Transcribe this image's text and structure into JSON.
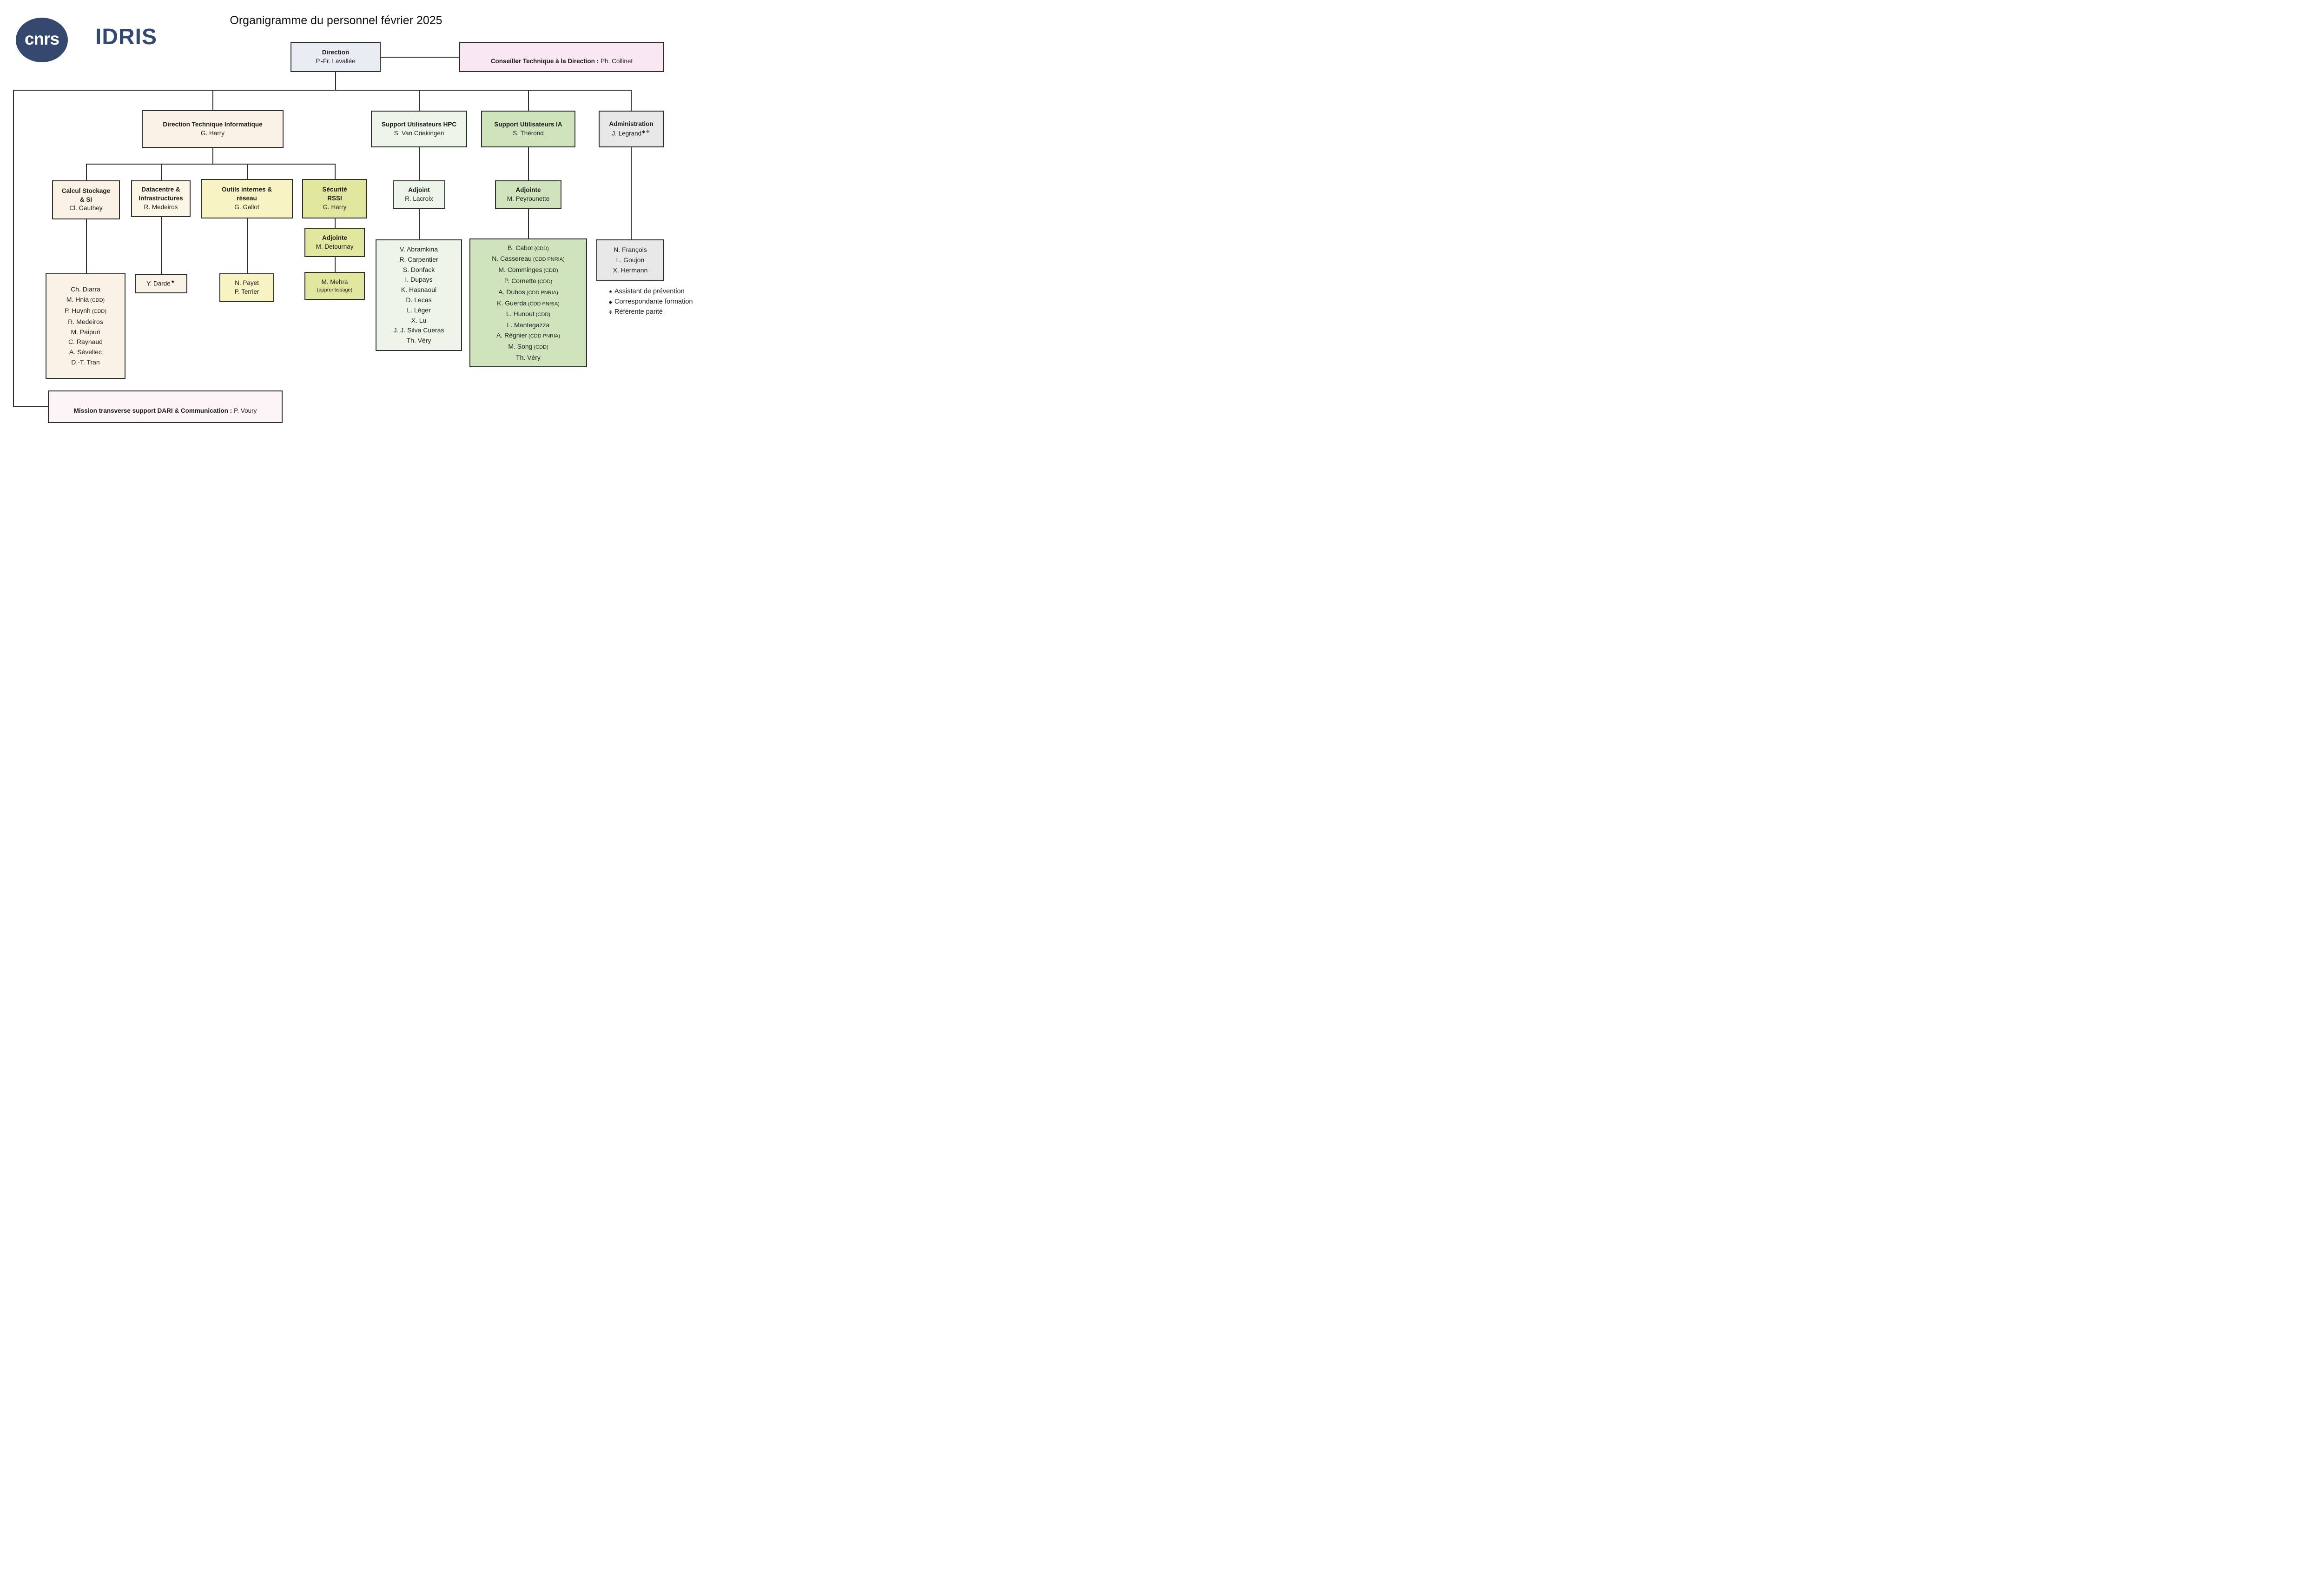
{
  "header": {
    "logo_text": "cnrs",
    "org_name": "IDRIS",
    "title": "Organigramme du personnel février 2025"
  },
  "boxes": {
    "direction": {
      "title": "Direction",
      "name": "P.-Fr. Lavallée"
    },
    "conseiller": {
      "label": "Conseiller Technique à la Direction :",
      "name": "Ph. Collinet"
    },
    "dti": {
      "title": "Direction Technique Informatique",
      "name": "G. Harry"
    },
    "hpc": {
      "title": "Support Utilisateurs HPC",
      "name": "S. Van Criekingen"
    },
    "ia": {
      "title": "Support Utilisateurs IA",
      "name": "S. Thérond"
    },
    "admin": {
      "title": "Administration",
      "name": "J. Legrand",
      "symbols": "◆✣"
    },
    "calcul": {
      "title": "Calcul Stockage\n& SI",
      "name": "Cl. Gauthey"
    },
    "datacentre": {
      "title": "Datacentre &\nInfrastructures",
      "name": "R. Medeiros"
    },
    "outils": {
      "title": "Outils internes &\nréseau",
      "name": "G. Gallot"
    },
    "securite": {
      "title": "Sécurité\nRSSI",
      "name": "G. Harry"
    },
    "adjoint_hpc": {
      "title": "Adjoint",
      "name": "R. Lacroix"
    },
    "adjointe_ia": {
      "title": "Adjointe",
      "name": "M. Peyrounette"
    },
    "adjointe_rssi": {
      "title": "Adjointe",
      "name": "M. Detournay"
    },
    "mehra": {
      "name": "M. Mehra",
      "note": "(apprentissage)"
    },
    "darde": {
      "name": "Y. Darde",
      "symbol": "★"
    },
    "payet": {
      "names": "N. Payet\nP. Terrier"
    },
    "mission": {
      "label": "Mission transverse support DARI & Communication :",
      "name": "P. Voury"
    }
  },
  "staff": {
    "calcul": [
      {
        "n": "Ch. Diarra"
      },
      {
        "n": "M. Hnia",
        "t": "(CDD)"
      },
      {
        "n": "P. Huynh",
        "t": "(CDD)"
      },
      {
        "n": "R. Medeiros"
      },
      {
        "n": "M. Paipuri"
      },
      {
        "n": "C. Raynaud"
      },
      {
        "n": "A. Sévellec"
      },
      {
        "n": "D.-T. Tran"
      }
    ],
    "hpc": [
      {
        "n": "V. Abramkina"
      },
      {
        "n": "R. Carpentier"
      },
      {
        "n": "S. Donfack"
      },
      {
        "n": "I. Dupays"
      },
      {
        "n": "K. Hasnaoui"
      },
      {
        "n": "D. Lecas"
      },
      {
        "n": "L. Léger"
      },
      {
        "n": "X. Lu"
      },
      {
        "n": "J. J. Silva Cueras"
      },
      {
        "n": "Th. Véry"
      }
    ],
    "ia": [
      {
        "n": "B. Cabot",
        "t": "(CDD)"
      },
      {
        "n": "N. Cassereau",
        "t": "(CDD PNRIA)"
      },
      {
        "n": "M. Comminges",
        "t": "(CDD)"
      },
      {
        "n": "P. Cornette",
        "t": "(CDD)"
      },
      {
        "n": "A. Dubos",
        "t": "(CDD PNRIA)"
      },
      {
        "n": "K. Guerda",
        "t": "(CDD PNRIA)"
      },
      {
        "n": "L. Hunout",
        "t": "(CDD)"
      },
      {
        "n": "L. Mantegazza"
      },
      {
        "n": "A. Régnier",
        "t": "(CDD PNRIA)"
      },
      {
        "n": "M. Song",
        "t": "(CDD)"
      },
      {
        "n": "Th. Véry"
      }
    ],
    "admin": [
      {
        "n": "N. François"
      },
      {
        "n": "L. Goujon"
      },
      {
        "n": "X. Hermann"
      }
    ]
  },
  "legend": {
    "items": [
      {
        "symbol": "★",
        "label": "Assistant de prévention"
      },
      {
        "symbol": "◆",
        "label": "Correspondante formation"
      },
      {
        "symbol": "✣",
        "label": "Référente parité"
      }
    ]
  },
  "colors": {
    "brand_navy": "#35496e",
    "box_border": "#2e2e2e",
    "direction_bg": "#e9edf3",
    "conseiller_bg": "#f9e8f1",
    "cream_bg": "#faf2e5",
    "cream2_bg": "#fbf6e5",
    "yellow_bg": "#f7f3c2",
    "olive_bg": "#e2e79f",
    "lightgreen_bg": "#edf4e9",
    "green_bg": "#cfe4bc",
    "gray_bg": "#e7e7e7",
    "mission_bg": "#fdf4f8"
  }
}
